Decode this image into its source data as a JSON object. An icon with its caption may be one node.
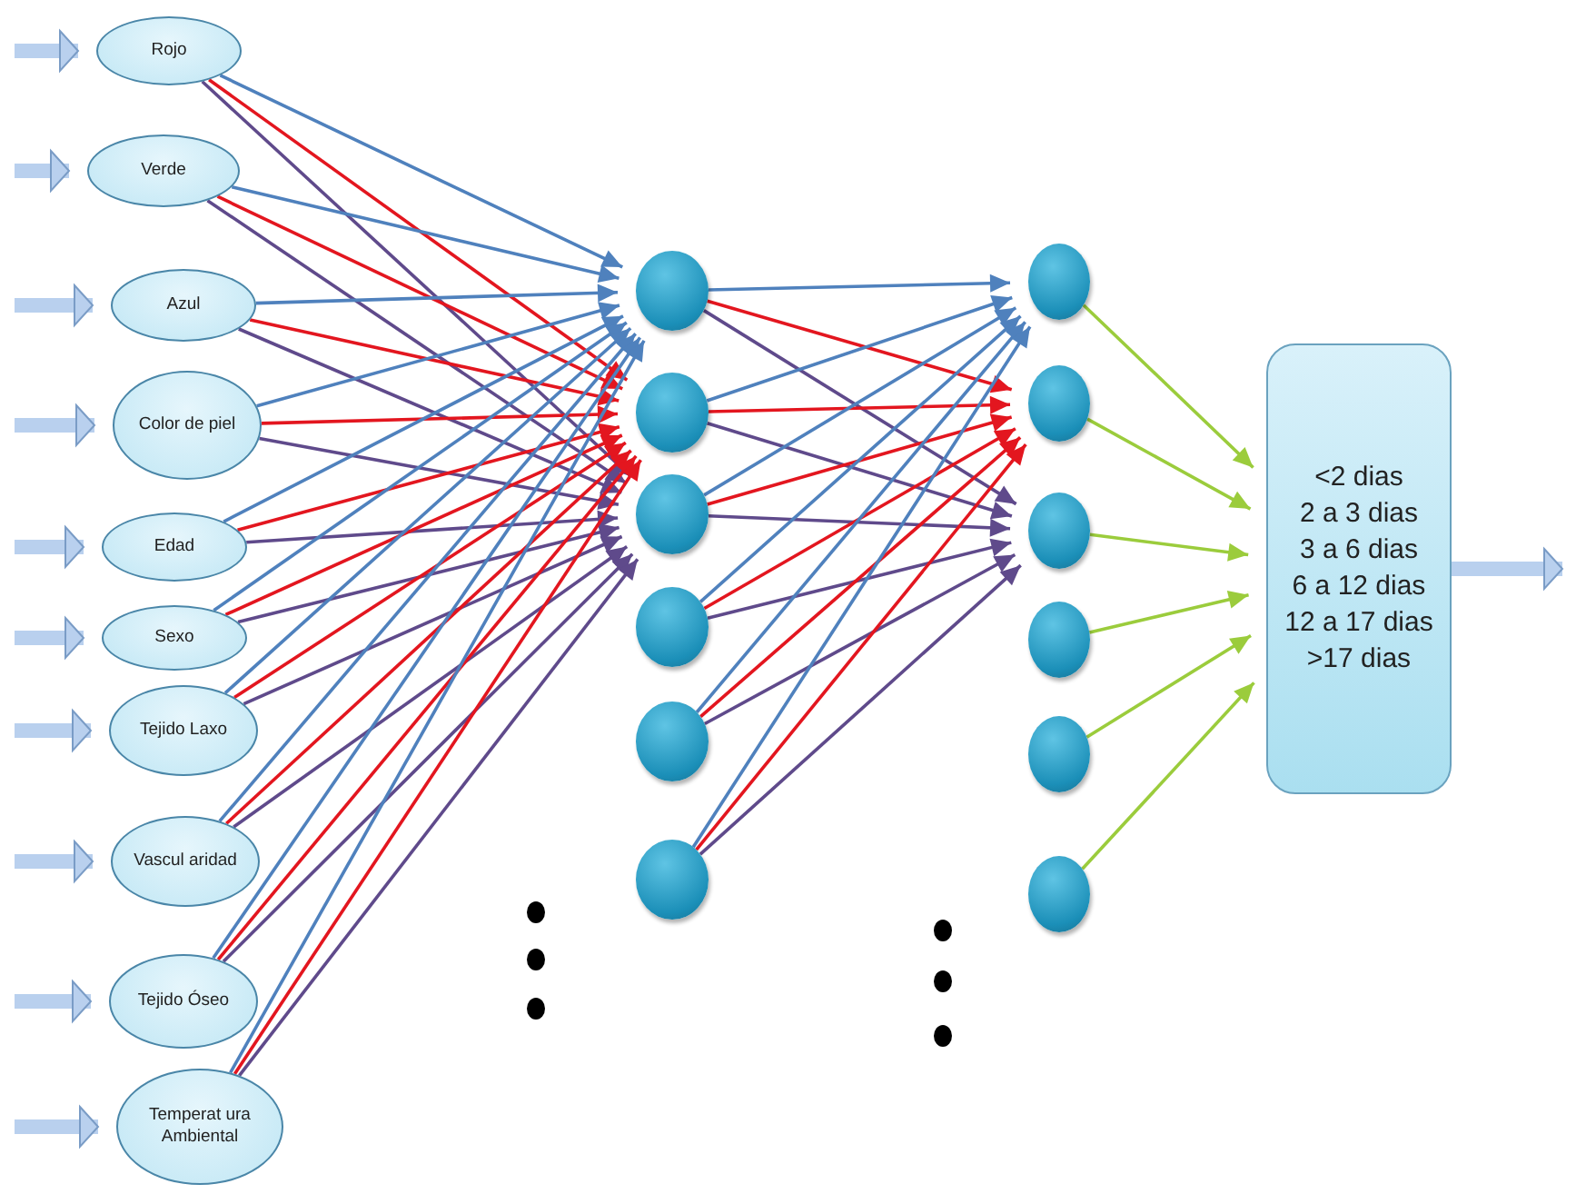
{
  "diagram": {
    "nodes": [
      {
        "text": [
          "Rojo"
        ]
      },
      {
        "text": [
          "Verde"
        ]
      },
      {
        "text": [
          "Azul"
        ]
      },
      {
        "text": [
          "Color de piel"
        ]
      },
      {
        "text": [
          "Edad"
        ]
      },
      {
        "text": [
          "Sexo"
        ]
      },
      {
        "text": [
          "Tejido Laxo"
        ]
      },
      {
        "text": [
          "Vascul aridad"
        ]
      },
      {
        "text": [
          "Tejido Óseo"
        ]
      },
      {
        "text": [
          "Temperat ura Ambiental"
        ]
      },
      {
        "text": [],
        "shape": "circle"
      },
      {
        "text": [],
        "shape": "circle"
      },
      {
        "text": [],
        "shape": "circle"
      },
      {
        "text": [],
        "shape": "circle"
      },
      {
        "text": [],
        "shape": "circle"
      },
      {
        "text": [],
        "shape": "circle"
      },
      {
        "text": [],
        "shape": "circle"
      },
      {
        "text": [],
        "shape": "circle"
      },
      {
        "text": [],
        "shape": "circle"
      },
      {
        "text": [],
        "shape": "circle"
      },
      {
        "text": [],
        "shape": "circle"
      },
      {
        "text": [],
        "shape": "circle"
      },
      {
        "text": [
          "<2 dias",
          "2 a 3 dias",
          "3 a 6 dias",
          "6 a 12 dias",
          "12 a 17 dias",
          ">17 dias"
        ]
      }
    ],
    "edges": [
      {
        "from": null,
        "to": 0,
        "arrow": "to",
        "style": "thick",
        "color": "#b9d0ee"
      },
      {
        "from": null,
        "to": 1,
        "arrow": "to",
        "style": "thick",
        "color": "#b9d0ee"
      },
      {
        "from": null,
        "to": 2,
        "arrow": "to",
        "style": "thick",
        "color": "#b9d0ee"
      },
      {
        "from": null,
        "to": 3,
        "arrow": "to",
        "style": "thick",
        "color": "#b9d0ee"
      },
      {
        "from": null,
        "to": 4,
        "arrow": "to",
        "style": "thick",
        "color": "#b9d0ee"
      },
      {
        "from": null,
        "to": 5,
        "arrow": "to",
        "style": "thick",
        "color": "#b9d0ee"
      },
      {
        "from": null,
        "to": 6,
        "arrow": "to",
        "style": "thick",
        "color": "#b9d0ee"
      },
      {
        "from": null,
        "to": 7,
        "arrow": "to",
        "style": "thick",
        "color": "#b9d0ee"
      },
      {
        "from": null,
        "to": 8,
        "arrow": "to",
        "style": "thick",
        "color": "#b9d0ee"
      },
      {
        "from": null,
        "to": 9,
        "arrow": "to",
        "style": "thick",
        "color": "#b9d0ee"
      },
      {
        "from": 0,
        "to": 10,
        "arrow": "to",
        "color": "#4f81bd"
      },
      {
        "from": 0,
        "to": 11,
        "arrow": "to",
        "color": "#e3161f"
      },
      {
        "from": 0,
        "to": 12,
        "arrow": "to",
        "color": "#5f4a8b"
      },
      {
        "from": 1,
        "to": 10,
        "arrow": "to",
        "color": "#4f81bd"
      },
      {
        "from": 1,
        "to": 11,
        "arrow": "to",
        "color": "#e3161f"
      },
      {
        "from": 1,
        "to": 12,
        "arrow": "to",
        "color": "#5f4a8b"
      },
      {
        "from": 2,
        "to": 10,
        "arrow": "to",
        "color": "#4f81bd"
      },
      {
        "from": 2,
        "to": 11,
        "arrow": "to",
        "color": "#e3161f"
      },
      {
        "from": 2,
        "to": 12,
        "arrow": "to",
        "color": "#5f4a8b"
      },
      {
        "from": 3,
        "to": 10,
        "arrow": "to",
        "color": "#4f81bd"
      },
      {
        "from": 3,
        "to": 11,
        "arrow": "to",
        "color": "#e3161f"
      },
      {
        "from": 3,
        "to": 12,
        "arrow": "to",
        "color": "#5f4a8b"
      },
      {
        "from": 4,
        "to": 10,
        "arrow": "to",
        "color": "#4f81bd"
      },
      {
        "from": 4,
        "to": 11,
        "arrow": "to",
        "color": "#e3161f"
      },
      {
        "from": 4,
        "to": 12,
        "arrow": "to",
        "color": "#5f4a8b"
      },
      {
        "from": 5,
        "to": 10,
        "arrow": "to",
        "color": "#4f81bd"
      },
      {
        "from": 5,
        "to": 11,
        "arrow": "to",
        "color": "#e3161f"
      },
      {
        "from": 5,
        "to": 12,
        "arrow": "to",
        "color": "#5f4a8b"
      },
      {
        "from": 6,
        "to": 10,
        "arrow": "to",
        "color": "#4f81bd"
      },
      {
        "from": 6,
        "to": 11,
        "arrow": "to",
        "color": "#e3161f"
      },
      {
        "from": 6,
        "to": 12,
        "arrow": "to",
        "color": "#5f4a8b"
      },
      {
        "from": 7,
        "to": 10,
        "arrow": "to",
        "color": "#4f81bd"
      },
      {
        "from": 7,
        "to": 11,
        "arrow": "to",
        "color": "#e3161f"
      },
      {
        "from": 7,
        "to": 12,
        "arrow": "to",
        "color": "#5f4a8b"
      },
      {
        "from": 8,
        "to": 10,
        "arrow": "to",
        "color": "#4f81bd"
      },
      {
        "from": 8,
        "to": 11,
        "arrow": "to",
        "color": "#e3161f"
      },
      {
        "from": 8,
        "to": 12,
        "arrow": "to",
        "color": "#5f4a8b"
      },
      {
        "from": 9,
        "to": 10,
        "arrow": "to",
        "color": "#4f81bd"
      },
      {
        "from": 9,
        "to": 11,
        "arrow": "to",
        "color": "#e3161f"
      },
      {
        "from": 9,
        "to": 12,
        "arrow": "to",
        "color": "#5f4a8b"
      },
      {
        "from": 10,
        "to": 16,
        "arrow": "to",
        "color": "#4f81bd"
      },
      {
        "from": 10,
        "to": 17,
        "arrow": "to",
        "color": "#e3161f"
      },
      {
        "from": 10,
        "to": 18,
        "arrow": "to",
        "color": "#5f4a8b"
      },
      {
        "from": 11,
        "to": 16,
        "arrow": "to",
        "color": "#4f81bd"
      },
      {
        "from": 11,
        "to": 17,
        "arrow": "to",
        "color": "#e3161f"
      },
      {
        "from": 11,
        "to": 18,
        "arrow": "to",
        "color": "#5f4a8b"
      },
      {
        "from": 12,
        "to": 16,
        "arrow": "to",
        "color": "#4f81bd"
      },
      {
        "from": 12,
        "to": 17,
        "arrow": "to",
        "color": "#e3161f"
      },
      {
        "from": 12,
        "to": 18,
        "arrow": "to",
        "color": "#5f4a8b"
      },
      {
        "from": 13,
        "to": 16,
        "arrow": "to",
        "color": "#4f81bd"
      },
      {
        "from": 13,
        "to": 17,
        "arrow": "to",
        "color": "#e3161f"
      },
      {
        "from": 13,
        "to": 18,
        "arrow": "to",
        "color": "#5f4a8b"
      },
      {
        "from": 14,
        "to": 16,
        "arrow": "to",
        "color": "#4f81bd"
      },
      {
        "from": 14,
        "to": 17,
        "arrow": "to",
        "color": "#e3161f"
      },
      {
        "from": 14,
        "to": 18,
        "arrow": "to",
        "color": "#5f4a8b"
      },
      {
        "from": 15,
        "to": 16,
        "arrow": "to",
        "color": "#4f81bd"
      },
      {
        "from": 15,
        "to": 17,
        "arrow": "to",
        "color": "#e3161f"
      },
      {
        "from": 15,
        "to": 18,
        "arrow": "to",
        "color": "#5f4a8b"
      },
      {
        "from": 16,
        "to": 22,
        "arrow": "to",
        "color": "#9bcc3c"
      },
      {
        "from": 17,
        "to": 22,
        "arrow": "to",
        "color": "#9bcc3c"
      },
      {
        "from": 18,
        "to": 22,
        "arrow": "to",
        "color": "#9bcc3c"
      },
      {
        "from": 19,
        "to": 22,
        "arrow": "to",
        "color": "#9bcc3c"
      },
      {
        "from": 20,
        "to": 22,
        "arrow": "to",
        "color": "#9bcc3c"
      },
      {
        "from": 21,
        "to": 22,
        "arrow": "to",
        "color": "#9bcc3c"
      },
      {
        "from": 22,
        "to": null,
        "arrow": "to",
        "style": "thick",
        "color": "#b9d0ee"
      }
    ]
  }
}
